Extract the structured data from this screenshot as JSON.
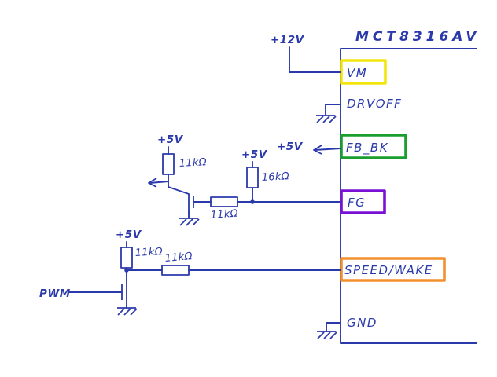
{
  "colors": {
    "ink": "#2b3aab",
    "paper": "#ffffff",
    "highlight_vm": "#f4e50e",
    "highlight_fb_bk": "#1a9e2e",
    "highlight_fg": "#7a10d4",
    "highlight_speed_wake": "#f3902e"
  },
  "chip": {
    "title": "MCT8316AV",
    "pins": {
      "vm": "VM",
      "drvoff": "DRVOFF",
      "fb_bk": "FB_BK",
      "fg": "FG",
      "speed_wake": "SPEED/WAKE",
      "gnd": "GND"
    }
  },
  "nets": {
    "supply_12v": "+12V",
    "fb_bk_5v": "+5V",
    "fg_pullup_5v": "+5V",
    "fg_gate_5v": "+5V",
    "speed_pullup_5v": "+5V",
    "pwm_input": "PWM"
  },
  "components": {
    "fg_drain_pullup_resistor": "11kΩ",
    "fg_gate_pullup_resistor": "16kΩ",
    "fg_series_resistor": "11kΩ",
    "speed_pullup_resistor": "11kΩ",
    "speed_series_resistor": "11kΩ"
  }
}
